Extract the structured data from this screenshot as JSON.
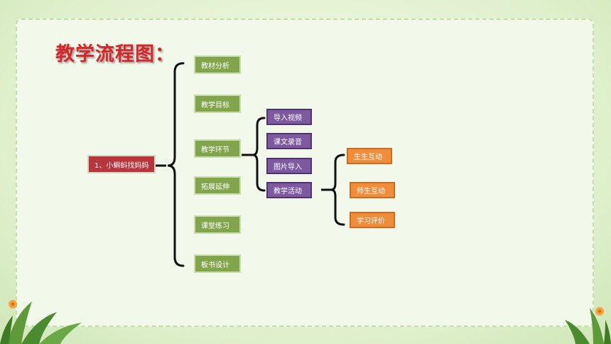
{
  "title": "教学流程图：",
  "root": "1、小蝌蚪找妈妈",
  "level1": [
    "教材分析",
    "教学目标",
    "教学环节",
    "拓展延伸",
    "课堂练习",
    "板书设计"
  ],
  "level2": [
    "导入视频",
    "课文录音",
    "图片导入",
    "教学活动"
  ],
  "level3": [
    "生生互动",
    "师生互动",
    "学习评价"
  ],
  "colors": {
    "title": "#d6252b",
    "root": "#b7353b",
    "level1": "#82a54c",
    "level2": "#7d5aa0",
    "level3": "#f08c3a",
    "bracket": "#111111"
  },
  "icons": [
    "leaf-plant-icon",
    "flower-icon"
  ]
}
